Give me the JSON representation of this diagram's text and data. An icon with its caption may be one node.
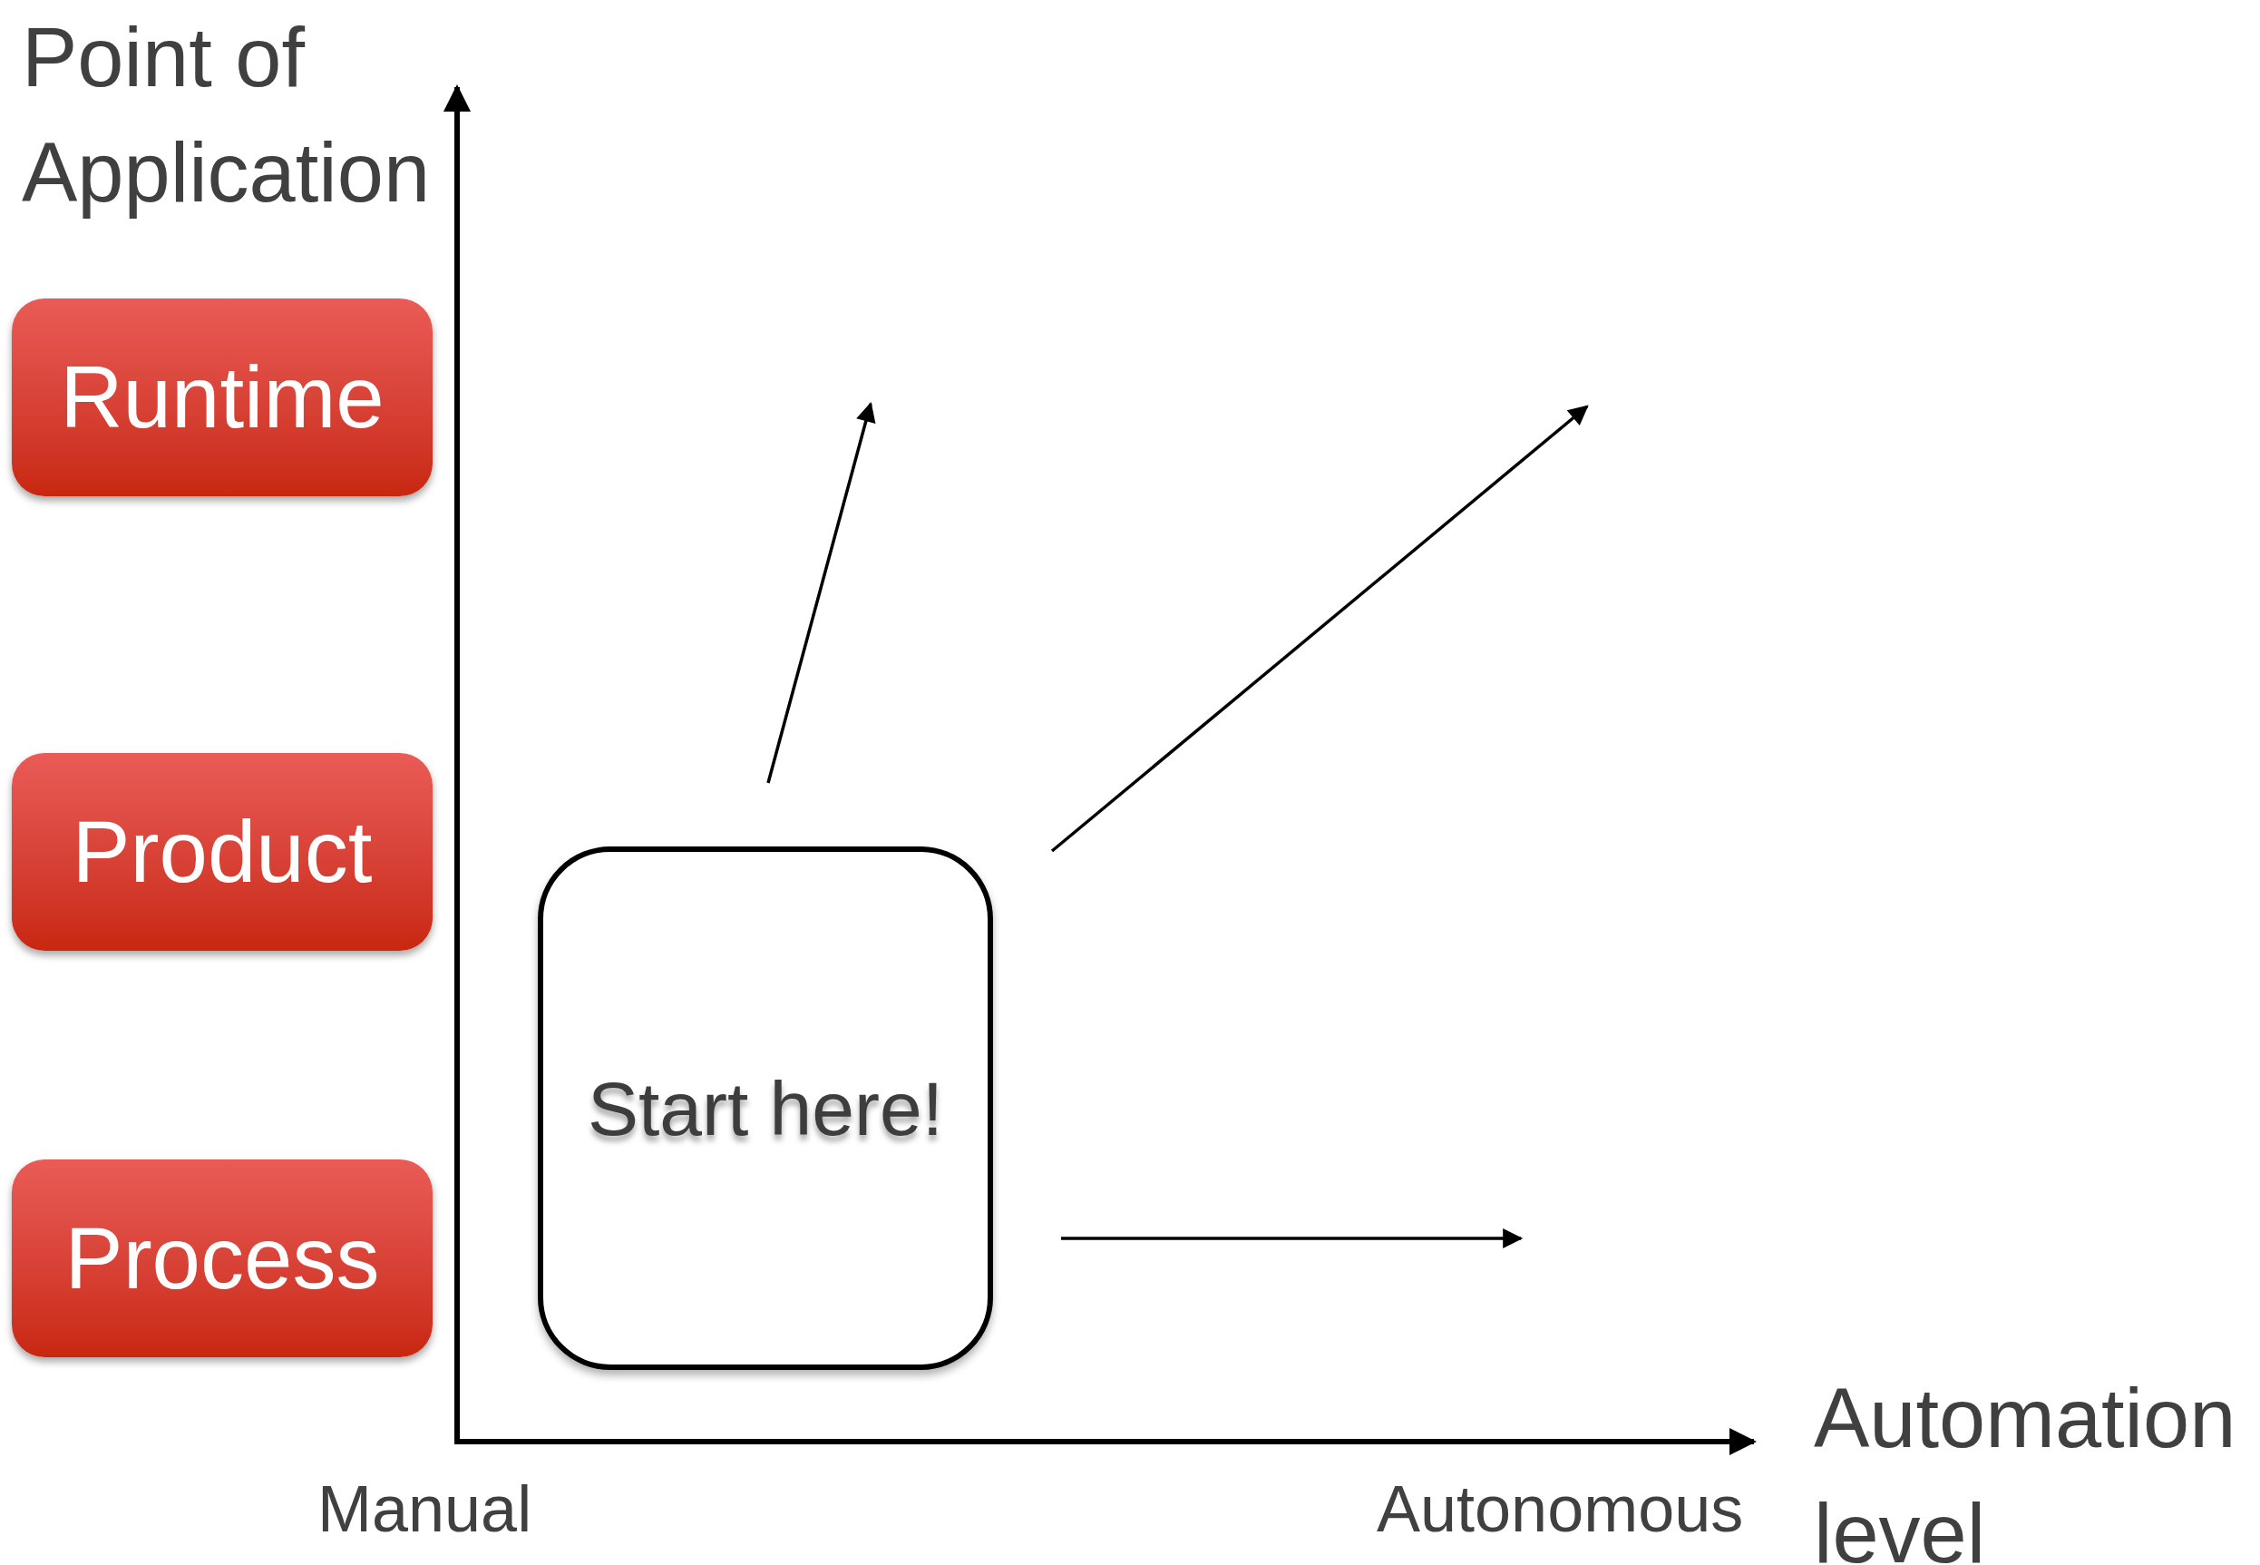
{
  "diagram": {
    "nodes": [
      {
        "text": [
          "Runtime"
        ]
      },
      {
        "text": [
          "Product"
        ]
      },
      {
        "text": [
          "Process"
        ]
      },
      {
        "text": [
          "Start here!"
        ]
      }
    ],
    "edges": [
      {
        "from": 3,
        "to": null,
        "arrow": "to"
      },
      {
        "from": 3,
        "to": null,
        "arrow": "to"
      },
      {
        "from": 3,
        "to": null,
        "arrow": "to"
      }
    ],
    "labels": [
      "Point of Application",
      "Manual",
      "Autonomous",
      "Automation level"
    ]
  }
}
